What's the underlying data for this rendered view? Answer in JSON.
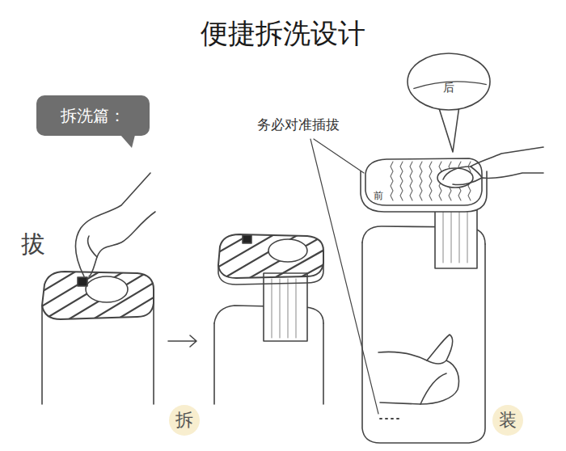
{
  "diagram": {
    "title": "便捷拆洗设计",
    "nodes": [
      {
        "text": [
          "拆洗篇："
        ]
      },
      {
        "text": [
          "后"
        ]
      },
      {
        "text": [
          "拆"
        ]
      },
      {
        "text": [
          "装"
        ]
      }
    ],
    "labels": [
      "拔",
      "务必对准插拔",
      "前"
    ]
  }
}
